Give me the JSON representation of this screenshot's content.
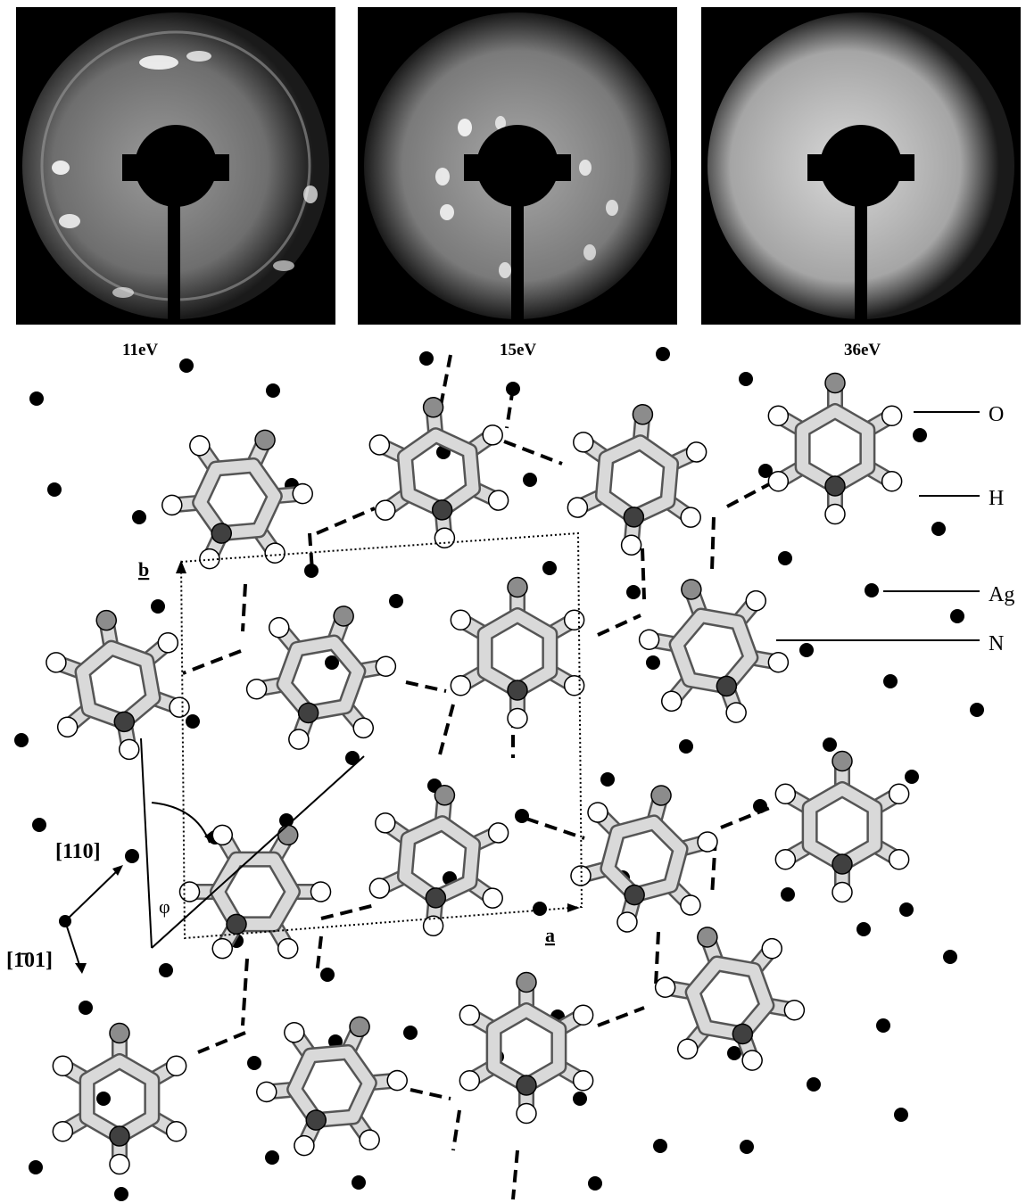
{
  "leed_panels": [
    {
      "energy": "11eV"
    },
    {
      "energy": "15eV"
    },
    {
      "energy": "36eV"
    }
  ],
  "legend": {
    "oxygen": "O",
    "hydrogen": "H",
    "silver": "Ag",
    "nitrogen": "N"
  },
  "lattice": {
    "vector_a": "a",
    "vector_b": "b",
    "angle": "φ",
    "dir_110": "[110]",
    "dir_m101": "[1̄01]"
  },
  "colors": {
    "silver_atom": "#000000",
    "oxygen_atom": "#8c8c8c",
    "nitrogen_atom": "#404040",
    "hydrogen_atom": "#ffffff",
    "bond": "#d9d9d9"
  }
}
